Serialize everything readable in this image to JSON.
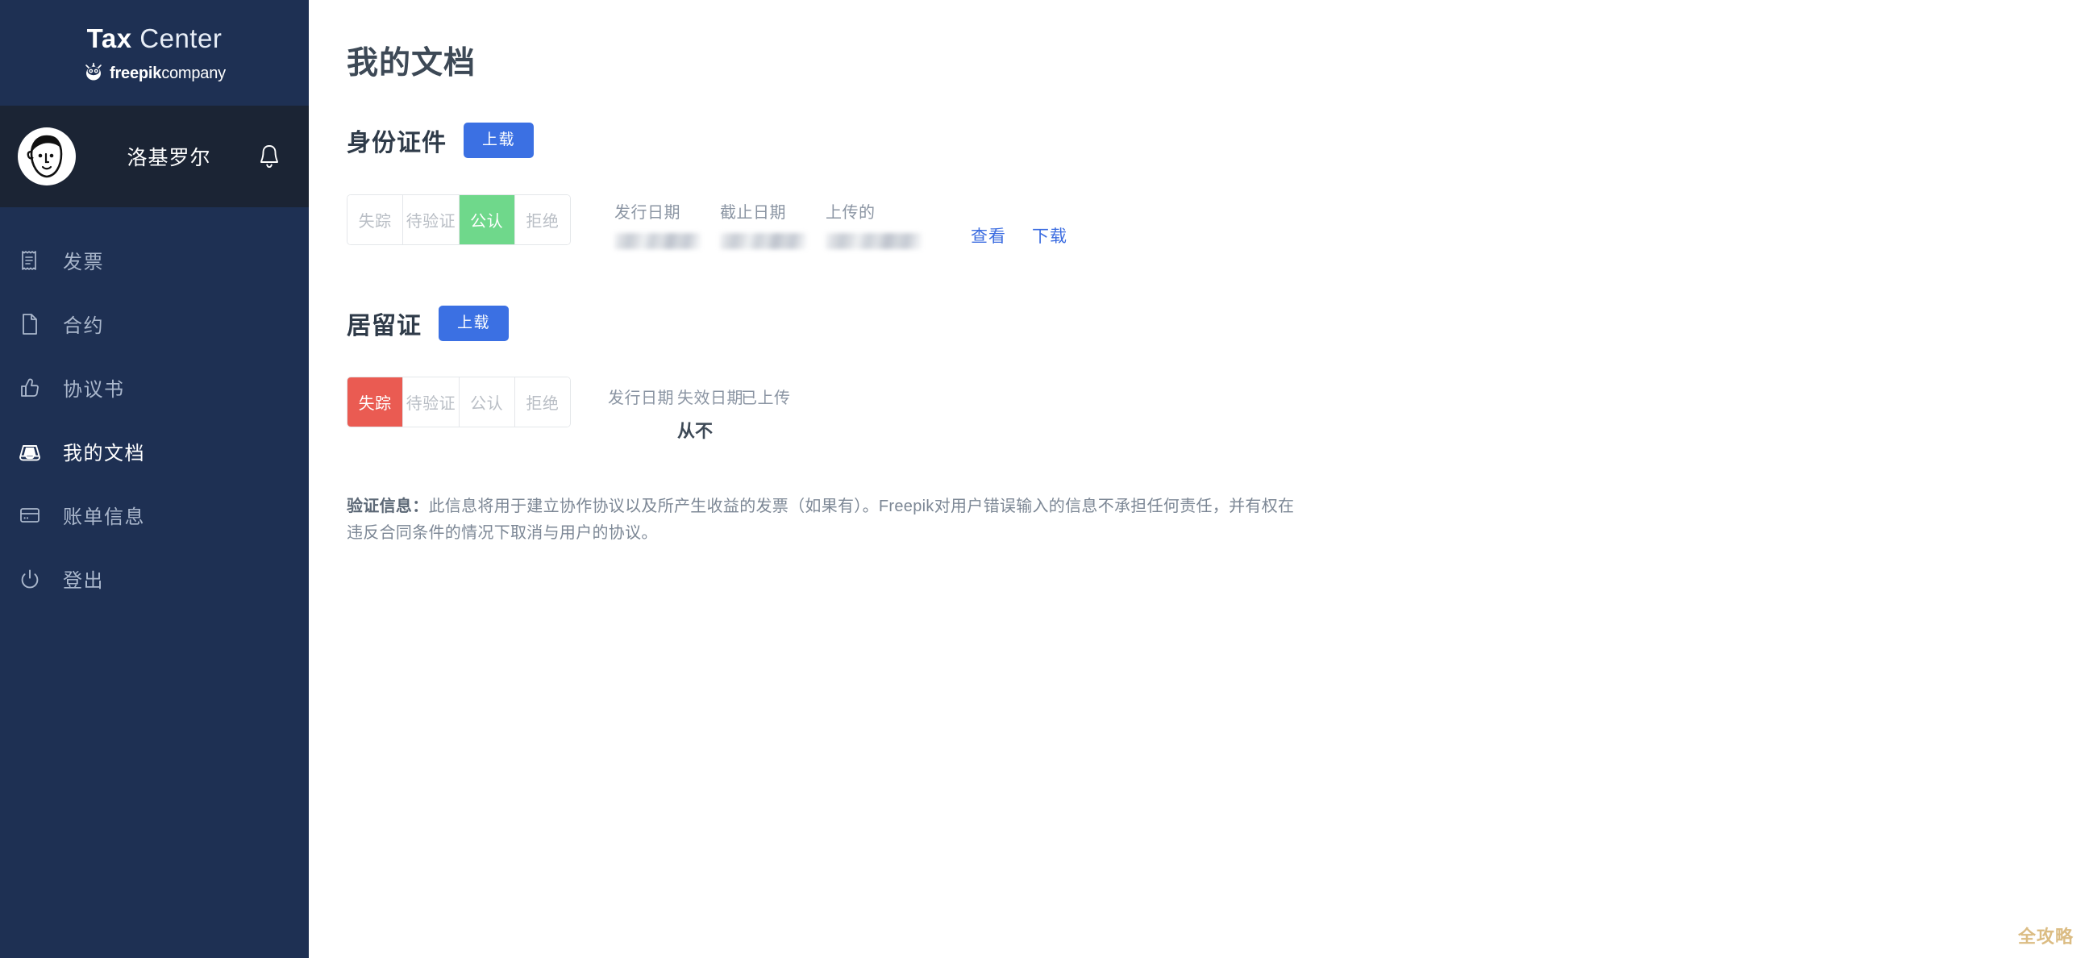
{
  "brand": {
    "title_bold": "Tax",
    "title_light": " Center",
    "company_bold": "freepik",
    "company_light": "company",
    "logo_icon": "freepik-robot-logo",
    "bg_color": "#1e3053"
  },
  "profile": {
    "name": "洛基罗尔",
    "avatar_icon": "user-avatar-face",
    "bell_icon": "bell-icon",
    "bg_color": "#1b2434"
  },
  "sidebar": {
    "items": [
      {
        "label": "发票",
        "icon": "receipt-icon",
        "active": false
      },
      {
        "label": "合约",
        "icon": "document-icon",
        "active": false
      },
      {
        "label": "协议书",
        "icon": "thumbs-up-icon",
        "active": false
      },
      {
        "label": "我的文档",
        "icon": "inbox-tray-icon",
        "active": true
      },
      {
        "label": "账单信息",
        "icon": "credit-card-icon",
        "active": false
      },
      {
        "label": "登出",
        "icon": "power-icon",
        "active": false
      }
    ]
  },
  "main": {
    "page_title": "我的文档",
    "accent_blue": "#3b70e3",
    "approved_green": "#6fd88b",
    "missing_red": "#ea5b52",
    "link_blue": "#3b6ce0",
    "sections": [
      {
        "title": "身份证件",
        "upload_label": "上载",
        "statuses": [
          {
            "label": "失踪",
            "state": "off"
          },
          {
            "label": "待验证",
            "state": "off"
          },
          {
            "label": "公认",
            "state": "green"
          },
          {
            "label": "拒绝",
            "state": "off"
          }
        ],
        "date_columns": [
          {
            "label": "发行日期",
            "value": "",
            "redacted": true
          },
          {
            "label": "截止日期",
            "value": "",
            "redacted": true
          },
          {
            "label": "上传的",
            "value": "",
            "redacted": true
          }
        ],
        "actions": [
          {
            "label": "查看"
          },
          {
            "label": "下载"
          }
        ]
      },
      {
        "title": "居留证",
        "upload_label": "上载",
        "statuses": [
          {
            "label": "失踪",
            "state": "red"
          },
          {
            "label": "待验证",
            "state": "off"
          },
          {
            "label": "公认",
            "state": "off"
          },
          {
            "label": "拒绝",
            "state": "off"
          }
        ],
        "date_columns": [
          {
            "label": "发行日期",
            "value": "",
            "redacted": false
          },
          {
            "label": "失效日期",
            "value": "从不",
            "redacted": false
          },
          {
            "label": "已上传",
            "value": "",
            "redacted": false
          }
        ],
        "actions": []
      }
    ],
    "note_label": "验证信息：",
    "note_body": "此信息将用于建立协作协议以及所产生收益的发票（如果有）。Freepik对用户错误输入的信息不承担任何责任，并有权在违反合同条件的情况下取消与用户的协议。"
  },
  "watermark": {
    "text": "全攻略"
  }
}
